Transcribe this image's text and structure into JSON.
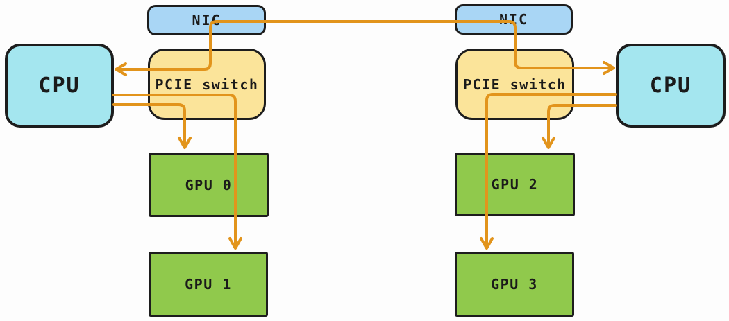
{
  "colors": {
    "background": "#fdfdfd",
    "border": "#1d1d1d",
    "text": "#1a1a1a",
    "nic": "#a9d6f5",
    "cpu": "#a4e6ef",
    "pcie": "#fbe49a",
    "gpu": "#90c94c",
    "edge": "#e2941c"
  },
  "nodes": {
    "nic_left": {
      "label": "NIC",
      "type": "nic"
    },
    "nic_right": {
      "label": "NIC",
      "type": "nic"
    },
    "cpu_left": {
      "label": "CPU",
      "type": "cpu"
    },
    "cpu_right": {
      "label": "CPU",
      "type": "cpu"
    },
    "pcie_left": {
      "label": "PCIE switch",
      "type": "pcie-switch"
    },
    "pcie_right": {
      "label": "PCIE switch",
      "type": "pcie-switch"
    },
    "gpu0": {
      "label": "GPU 0",
      "type": "gpu"
    },
    "gpu1": {
      "label": "GPU 1",
      "type": "gpu"
    },
    "gpu2": {
      "label": "GPU 2",
      "type": "gpu"
    },
    "gpu3": {
      "label": "GPU 3",
      "type": "gpu"
    }
  },
  "edges": [
    {
      "name": "network-link",
      "from": "nic_left",
      "to": "nic_right",
      "arrow_ends": [
        "cpu_left",
        "cpu_right"
      ],
      "description": "link through both NICs with arrowheads into each CPU"
    },
    {
      "name": "cpu-left-to-gpu1",
      "from": "cpu_left",
      "to": "gpu1",
      "via": "pcie_left",
      "arrow_end": "gpu1"
    },
    {
      "name": "cpu-left-to-gpu0",
      "from": "cpu_left",
      "to": "gpu0",
      "via": "pcie_left",
      "arrow_end": "gpu0"
    },
    {
      "name": "cpu-right-to-gpu3",
      "from": "cpu_right",
      "to": "gpu3",
      "via": "pcie_right",
      "arrow_end": "gpu3"
    },
    {
      "name": "cpu-right-to-gpu2",
      "from": "cpu_right",
      "to": "gpu2",
      "via": "pcie_right",
      "arrow_end": "gpu2"
    }
  ]
}
